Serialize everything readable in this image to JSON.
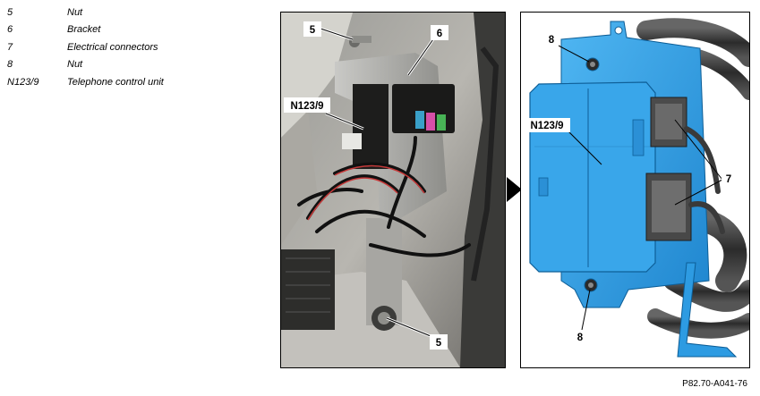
{
  "legend": [
    {
      "num": "5",
      "desc": "Nut"
    },
    {
      "num": "6",
      "desc": "Bracket"
    },
    {
      "num": "7",
      "desc": "Electrical connectors"
    },
    {
      "num": "8",
      "desc": "Nut"
    },
    {
      "num": "N123/9",
      "desc": "Telephone control unit"
    }
  ],
  "photo_left": {
    "callouts": {
      "nut_top": "5",
      "bracket": "6",
      "unit": "N123/9",
      "nut_bottom": "5"
    }
  },
  "photo_right": {
    "callouts": {
      "nut_top": "8",
      "unit": "N123/9",
      "connectors": "7",
      "nut_bottom": "8"
    }
  },
  "caption": "P82.70-A041-76",
  "colors": {
    "unit_blue": "#2f9fe6",
    "callout_bg": "#ffffff"
  }
}
